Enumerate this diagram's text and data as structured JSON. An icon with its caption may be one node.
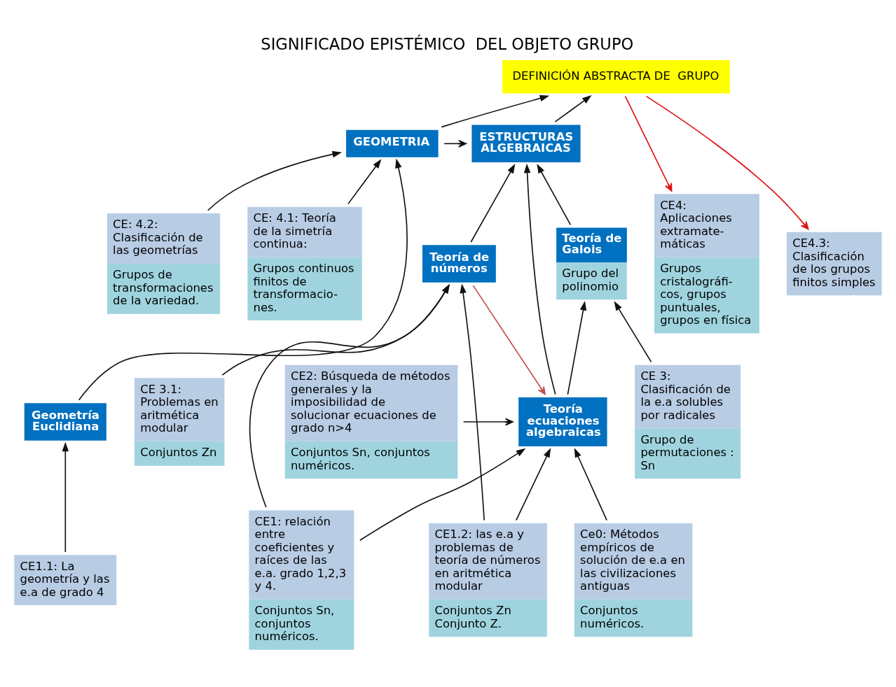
{
  "diagram": {
    "title": "SIGNIFICADO EPISTÉMICO  DEL OBJETO GRUPO",
    "nodes": [
      {
        "text": [
          "DEFINICIÓN ABSTRACTA DE  GRUPO"
        ]
      },
      {
        "text": [
          "GEOMETRIA"
        ]
      },
      {
        "text": [
          "ESTRUCTURAS ALGEBRAICAS"
        ]
      },
      {
        "text": [
          "CE: 4.2: Clasificación de las geometrías",
          "Grupos de transformaciones de la variedad."
        ]
      },
      {
        "text": [
          "CE: 4.1: Teoría de la simetría continua:",
          "Grupos continuos finitos de transformacio- nes."
        ]
      },
      {
        "text": [
          "Teoría de Galois",
          "Grupo del polinomio"
        ]
      },
      {
        "text": [
          "Teoría de números"
        ]
      },
      {
        "text": [
          "CE4: Aplicaciones extramate- máticas",
          "Grupos cristalográfi- cos, grupos puntuales, grupos en física"
        ]
      },
      {
        "text": [
          "CE4.3: Clasificación de los grupos finitos simples"
        ]
      },
      {
        "text": [
          "CE 3: Clasificación de la e.a solubles por radicales",
          "Grupo de permutaciones : Sn"
        ]
      },
      {
        "text": [
          "CE 3.1: Problemas en aritmética modular",
          "Conjuntos Zn"
        ]
      },
      {
        "text": [
          "Geometría Euclidiana"
        ]
      },
      {
        "text": [
          "Teoría ecuaciones algebraicas"
        ]
      },
      {
        "text": [
          "CE2: Búsqueda de métodos generales y la imposibilidad de solucionar ecuaciones de grado n>4",
          "Conjuntos Sn, conjuntos numéricos."
        ]
      },
      {
        "text": [
          "CE1.1: La geometría y las e.a de grado 4"
        ]
      },
      {
        "text": [
          "CE1.2: las e.a y problemas de teoría de números en aritmética modular",
          "Conjuntos Zn Conjunto Z."
        ]
      },
      {
        "text": [
          "CE1: relación entre coeficientes y raíces de las e.a. grado 1,2,3 y 4.",
          "Conjuntos Sn, conjuntos numéricos."
        ]
      },
      {
        "text": [
          "Ce0: Métodos empíricos de solución de e.a en las civilizaciones antiguas",
          "Conjuntos numéricos."
        ]
      }
    ],
    "edges": [
      {
        "from": 1,
        "to": 0,
        "arrow": "to"
      },
      {
        "from": 2,
        "to": 0,
        "arrow": "to"
      },
      {
        "from": 1,
        "to": 2,
        "arrow": "to"
      },
      {
        "from": 3,
        "to": 1,
        "arrow": "to"
      },
      {
        "from": 4,
        "to": 1,
        "arrow": "to"
      },
      {
        "from": 0,
        "to": 7,
        "arrow": "to",
        "color": "#e01010"
      },
      {
        "from": 0,
        "to": 8,
        "arrow": "to",
        "color": "#e01010"
      },
      {
        "from": 11,
        "to": 1,
        "arrow": "to"
      },
      {
        "from": 5,
        "to": 2,
        "arrow": "to"
      },
      {
        "from": 6,
        "to": 2,
        "arrow": "to"
      },
      {
        "from": 12,
        "to": 2,
        "arrow": "to"
      },
      {
        "from": 9,
        "to": 5,
        "arrow": "to"
      },
      {
        "from": 10,
        "to": 6,
        "arrow": "to"
      },
      {
        "from": 6,
        "to": 12,
        "arrow": "to",
        "color": "#c0504d"
      },
      {
        "from": 12,
        "to": 5,
        "arrow": "to"
      },
      {
        "from": 13,
        "to": 12,
        "arrow": "to"
      },
      {
        "from": 14,
        "to": 11,
        "arrow": "to"
      },
      {
        "from": 15,
        "to": 12,
        "arrow": "to"
      },
      {
        "from": 16,
        "to": 12,
        "arrow": "to"
      },
      {
        "from": 15,
        "to": 6,
        "arrow": "to"
      },
      {
        "from": 16,
        "to": 6,
        "arrow": "to"
      },
      {
        "from": 17,
        "to": 12,
        "arrow": "to"
      }
    ]
  }
}
